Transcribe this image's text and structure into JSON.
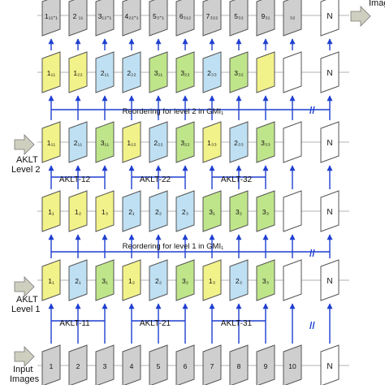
{
  "colors": {
    "gray": "#cfcfcf",
    "yellow": "#f2f28a",
    "blue": "#bfe0f2",
    "green": "#bfe58a",
    "white": "#ffffff",
    "stroke": "#555555",
    "arrow": "#1f3fd0",
    "text": "#111111",
    "side_arrow": "#cfcfc0"
  },
  "side_labels": {
    "top_right": "Images",
    "aklt_level_2": [
      "AKLT",
      "Level 2"
    ],
    "aklt_level_1": [
      "AKLT",
      "Level 1"
    ],
    "input_images": [
      "Input",
      "Images"
    ]
  },
  "rows": [
    {
      "id": "row-output",
      "cells": [
        {
          "label": "1₁₁-₁",
          "color": "gray"
        },
        {
          "label": "2 ₁₁",
          "color": "gray"
        },
        {
          "label": "3₁₂-₁",
          "color": "gray"
        },
        {
          "label": "4₂₂-₁",
          "color": "gray"
        },
        {
          "label": "5₃-₁",
          "color": "gray"
        },
        {
          "label": "6₃₁₂",
          "color": "gray"
        },
        {
          "label": "7₃₂₂",
          "color": "gray"
        },
        {
          "label": "5₃₂",
          "color": "gray"
        },
        {
          "label": "9₃₁",
          "color": "gray"
        },
        {
          "label": "₃₂",
          "color": "gray"
        },
        {
          "label": "N",
          "color": "white"
        }
      ]
    },
    {
      "id": "row-level2-reordered",
      "cells": [
        {
          "label": "1₁₁",
          "color": "yellow"
        },
        {
          "label": "1₂₂",
          "color": "yellow"
        },
        {
          "label": "2₁₁",
          "color": "blue"
        },
        {
          "label": "2₂₂",
          "color": "blue"
        },
        {
          "label": "3₁₁",
          "color": "green"
        },
        {
          "label": "3₂₂",
          "color": "green"
        },
        {
          "label": "2₃₃",
          "color": "blue"
        },
        {
          "label": "3₃₂",
          "color": "green"
        },
        {
          "label": "",
          "color": "yellow"
        },
        {
          "label": "",
          "color": "white"
        },
        {
          "label": "N",
          "color": "white"
        }
      ]
    },
    {
      "id": "row-level2-output",
      "cells": [
        {
          "label": "1₁₁",
          "color": "yellow"
        },
        {
          "label": "2₁₁",
          "color": "blue"
        },
        {
          "label": "3₁₁",
          "color": "green"
        },
        {
          "label": "1₂₂",
          "color": "yellow"
        },
        {
          "label": "2₂₂",
          "color": "blue"
        },
        {
          "label": "3₂₂",
          "color": "green"
        },
        {
          "label": "1₃₃",
          "color": "yellow"
        },
        {
          "label": "2₃₃",
          "color": "blue"
        },
        {
          "label": "3₃₃",
          "color": "green"
        },
        {
          "label": "",
          "color": "white"
        },
        {
          "label": "N",
          "color": "white"
        }
      ]
    },
    {
      "id": "row-level1-reordered",
      "cells": [
        {
          "label": "1₁",
          "color": "yellow"
        },
        {
          "label": "1₂",
          "color": "yellow"
        },
        {
          "label": "1₃",
          "color": "yellow"
        },
        {
          "label": "2₁",
          "color": "blue"
        },
        {
          "label": "2₂",
          "color": "blue"
        },
        {
          "label": "2₃",
          "color": "blue"
        },
        {
          "label": "3₁",
          "color": "green"
        },
        {
          "label": "3₂",
          "color": "green"
        },
        {
          "label": "3₃",
          "color": "green"
        },
        {
          "label": "",
          "color": "white"
        },
        {
          "label": "N",
          "color": "white"
        }
      ]
    },
    {
      "id": "row-level1-output",
      "cells": [
        {
          "label": "1₁",
          "color": "yellow"
        },
        {
          "label": "2₁",
          "color": "blue"
        },
        {
          "label": "3₁",
          "color": "green"
        },
        {
          "label": "1₂",
          "color": "yellow"
        },
        {
          "label": "2₂",
          "color": "blue"
        },
        {
          "label": "3₂",
          "color": "green"
        },
        {
          "label": "1₃",
          "color": "yellow"
        },
        {
          "label": "2₃",
          "color": "blue"
        },
        {
          "label": "3₃",
          "color": "green"
        },
        {
          "label": "",
          "color": "white"
        },
        {
          "label": "N",
          "color": "white"
        }
      ]
    },
    {
      "id": "row-input",
      "cells": [
        {
          "label": "1",
          "color": "gray"
        },
        {
          "label": "2",
          "color": "gray"
        },
        {
          "label": "3",
          "color": "gray"
        },
        {
          "label": "4",
          "color": "gray"
        },
        {
          "label": "5",
          "color": "gray"
        },
        {
          "label": "6",
          "color": "gray"
        },
        {
          "label": "7",
          "color": "gray"
        },
        {
          "label": "8",
          "color": "gray"
        },
        {
          "label": "9",
          "color": "gray"
        },
        {
          "label": "10",
          "color": "gray"
        },
        {
          "label": "N",
          "color": "white"
        }
      ]
    }
  ],
  "reorder_labels": {
    "level2": "Reordering for level 2 in GMI₁",
    "level1": "Reordering for level 1 in GMI₁"
  },
  "aklt_labels": {
    "level2": [
      "AKLT-12",
      "AKLT-22",
      "AKLT-32"
    ],
    "level1": [
      "AKLT-11",
      "AKLT-21",
      "AKLT-31"
    ]
  },
  "break_mark": "//"
}
